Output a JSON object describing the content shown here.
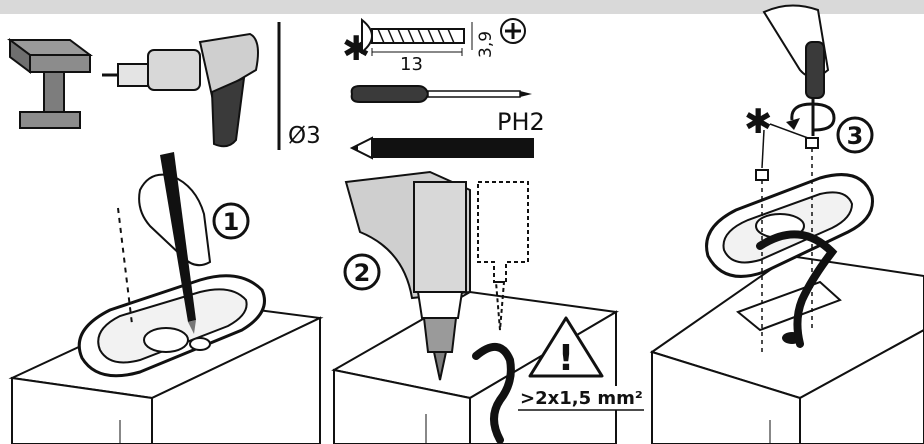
{
  "tools": {
    "drill_bit_size": "Ø3",
    "screw_length": "13",
    "screw_diameter": "3,9",
    "screwdriver_type": "PH2"
  },
  "steps": {
    "step1": "1",
    "step2": "2",
    "step3": "3"
  },
  "marks": {
    "screw_marker": "✱"
  },
  "warning": {
    "cable_spec": ">2x1,5 mm²",
    "symbol": "!"
  }
}
